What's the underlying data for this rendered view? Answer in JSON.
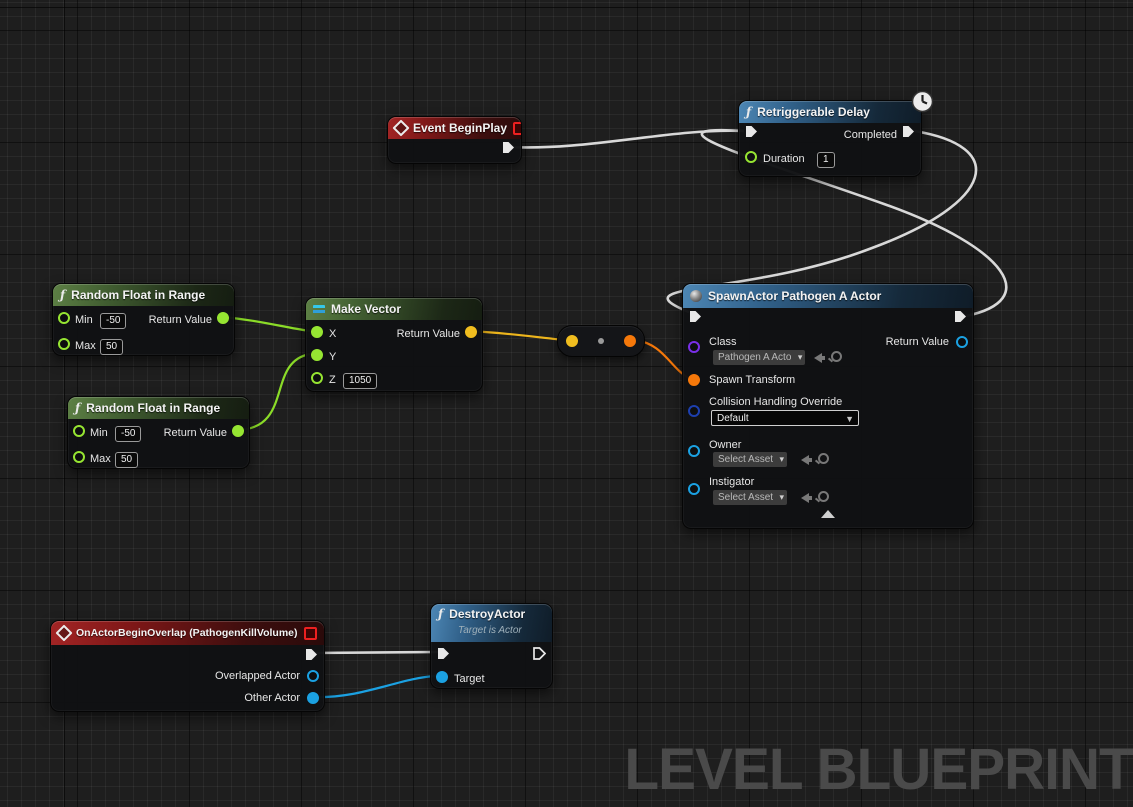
{
  "watermark": "LEVEL BLUEPRINT",
  "colors": {
    "exec_wire": "#d8d8d8",
    "float_wire": "#8bdc28",
    "vector_wire": "#edb51c",
    "transform_wire": "#f5780a",
    "object_wire": "#1ba1e2",
    "float_pin": "#96e532",
    "vector_pin": "#f0bd1f",
    "transform_pin": "#f5780a",
    "object_pin": "#1ba1e2",
    "class_pin": "#7a2fe8",
    "enum_pin": "#1d3fae"
  },
  "nodes": {
    "begin_play": {
      "title": "Event BeginPlay"
    },
    "retriggerable_delay": {
      "title": "Retriggerable Delay",
      "completed": "Completed",
      "duration": "Duration",
      "duration_value": "1"
    },
    "random_float_a": {
      "title": "Random Float in Range",
      "min": "Min",
      "min_value": "-50",
      "max": "Max",
      "max_value": "50",
      "return_value": "Return Value"
    },
    "random_float_b": {
      "title": "Random Float in Range",
      "min": "Min",
      "min_value": "-50",
      "max": "Max",
      "max_value": "50",
      "return_value": "Return Value"
    },
    "make_vector": {
      "title": "Make Vector",
      "x": "X",
      "y": "Y",
      "z": "Z",
      "z_value": "1050",
      "return_value": "Return Value"
    },
    "spawn_actor": {
      "title": "SpawnActor Pathogen A Actor",
      "class_label": "Class",
      "class_value": "Pathogen A Acto",
      "spawn_transform": "Spawn Transform",
      "collision": "Collision Handling Override",
      "collision_value": "Default",
      "owner": "Owner",
      "owner_value": "Select Asset",
      "instigator": "Instigator",
      "instigator_value": "Select Asset",
      "return_value": "Return Value"
    },
    "actor_begin_overlap": {
      "title": "OnActorBeginOverlap (PathogenKillVolume)",
      "overlapped_actor": "Overlapped Actor",
      "other_actor": "Other Actor"
    },
    "destroy_actor": {
      "title": "DestroyActor",
      "subtitle": "Target is Actor",
      "target": "Target"
    }
  }
}
